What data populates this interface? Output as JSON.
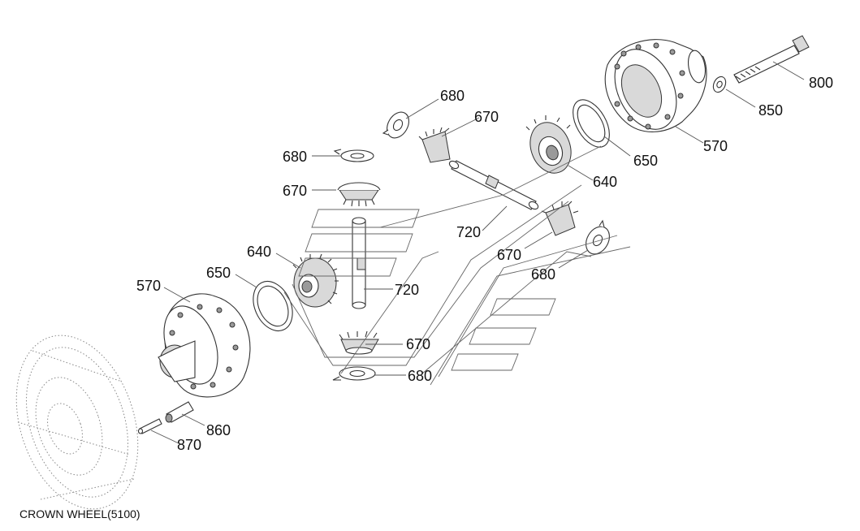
{
  "caption": "CROWN WHEEL(5100)",
  "callouts": [
    {
      "id": "p800",
      "text": "800"
    },
    {
      "id": "p850",
      "text": "850"
    },
    {
      "id": "p570a",
      "text": "570"
    },
    {
      "id": "p650a",
      "text": "650"
    },
    {
      "id": "p640a",
      "text": "640"
    },
    {
      "id": "p680a",
      "text": "680"
    },
    {
      "id": "p670a",
      "text": "670"
    },
    {
      "id": "p680b",
      "text": "680"
    },
    {
      "id": "p670b",
      "text": "670"
    },
    {
      "id": "p720a",
      "text": "720"
    },
    {
      "id": "p670c",
      "text": "670"
    },
    {
      "id": "p680c",
      "text": "680"
    },
    {
      "id": "p640b",
      "text": "640"
    },
    {
      "id": "p650b",
      "text": "650"
    },
    {
      "id": "p570b",
      "text": "570"
    },
    {
      "id": "p720b",
      "text": "720"
    },
    {
      "id": "p670d",
      "text": "670"
    },
    {
      "id": "p680d",
      "text": "680"
    },
    {
      "id": "p860",
      "text": "860"
    },
    {
      "id": "p870",
      "text": "870"
    }
  ]
}
